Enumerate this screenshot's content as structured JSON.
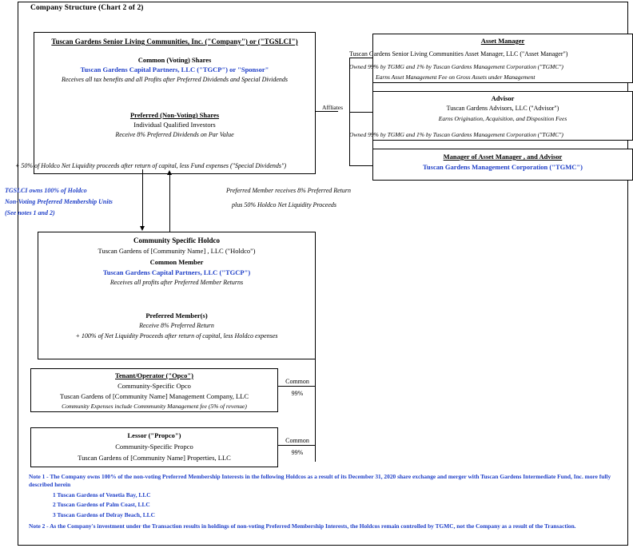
{
  "title": "Company Structure (Chart 2 of 2)",
  "colors": {
    "accent_blue": "#2040c8",
    "line": "#000000",
    "background": "#ffffff"
  },
  "company_box": {
    "heading": "Tuscan Gardens Senior Living Communities, Inc. (\"Company\") or (\"TGSLCI\")",
    "common_heading": "Common (Voting) Shares",
    "common_entity": "Tuscan Gardens Capital Partners, LLC (\"TGCP\") or \"Sponsor\"",
    "common_note": "Receives all tax benefits and all Profits after Preferred Dividends and Special Dividends",
    "preferred_heading": "Preferred (Non-Voting) Shares",
    "preferred_entity": "Individual Qualified Investors",
    "preferred_note1": "Receive 8% Preferred Dividends on Par Value",
    "preferred_note2": "+ 50% of Holdco Net Liquidity proceeds after return of capital, less Fund expenses (\"Special Dividends\")"
  },
  "asset_manager_box": {
    "heading": "Asset Manager",
    "entity": "Tuscan Gardens Senior Living Communities Asset Manager, LLC (\"Asset Manager\")",
    "note1": "Owned 99% by TGMG and 1% by Tuscan Gardens Management Corporation (\"TGMC\")",
    "note2": "Earns Asset Management Fee on Gross Assets under Management"
  },
  "advisor_box": {
    "heading": "Advisor",
    "entity": "Tuscan Gardens Advisors, LLC (\"Advisor\")",
    "note1": "Earns Origination, Acquisition, and Disposition Fees",
    "note2": "Owned 99% by TGMG and 1% by Tuscan Gardens Management Corporation (\"TGMC\")"
  },
  "manager_box": {
    "heading": "Manager of Asset Manager , and Advisor",
    "entity": "Tuscan Gardens Management Corporation (\"TGMC\")"
  },
  "affiliates_label": "Affliates",
  "left_annotation": {
    "line1": "TGSLCI owns 100% of Holdco",
    "line2": "Non-Voting Preferred Membership Units",
    "line3": "(See notes 1 and 2)"
  },
  "right_annotation": {
    "line1": "Preferred Member receives 8% Preferred Return",
    "line2": "plus 50% Holdco Net Liquidity Proceeds"
  },
  "holdco_box": {
    "heading": "Community Specific Holdco",
    "entity": "Tuscan Gardens of [Community Name] , LLC (\"Holdco\")",
    "common_heading": "Common Member",
    "common_entity": "Tuscan Gardens Capital Partners, LLC (\"TGCP\")",
    "common_note": "Receives all profits after Preferred Member Returns",
    "preferred_heading": "Preferred Member(s)",
    "preferred_note1": "Receive 8% Preferred Return",
    "preferred_note2": "+ 100% of Net Liquidity Proceeds after return of capital, less Holdco expenses"
  },
  "opco_box": {
    "heading": "Tenant/Operator (\"Opco\")",
    "subtitle": "Community-Specific Opco",
    "entity": "Tuscan Gardens of [Community Name]  Management Company, LLC",
    "note": "Community Expenses include Commmunity Management fee (5% of revenue)",
    "ownership_label": "Common",
    "ownership_value": "99%"
  },
  "propco_box": {
    "heading": "Lessor (\"Propco\")",
    "subtitle": "Community-Specific Propco",
    "entity": "Tuscan Gardens of [Community Name] Properties, LLC",
    "ownership_label": "Common",
    "ownership_value": "99%"
  },
  "notes": {
    "note1_text": "Note 1 - The Company owns 100% of the non-voting Preferred Membership Interests in the following Holdcos as a result of its December 31, 2020 share exchange and merger with Tuscan Gardens Intermediate Fund, Inc.  more fully described herein",
    "note1_items": [
      "1 Tuscan Gardens of Venetia Bay, LLC",
      "2 Tuscan Gardens of Palm Coast, LLC",
      "3 Tuscan Gardens of Delray Beach, LLC"
    ],
    "note2_text": "Note 2 - As the Company's investment under the Transaction results in holdings of non-voting Preferred Membership Interests, the Holdcos remain controlled by TGMC, not the Company as a result of the Transaction."
  }
}
